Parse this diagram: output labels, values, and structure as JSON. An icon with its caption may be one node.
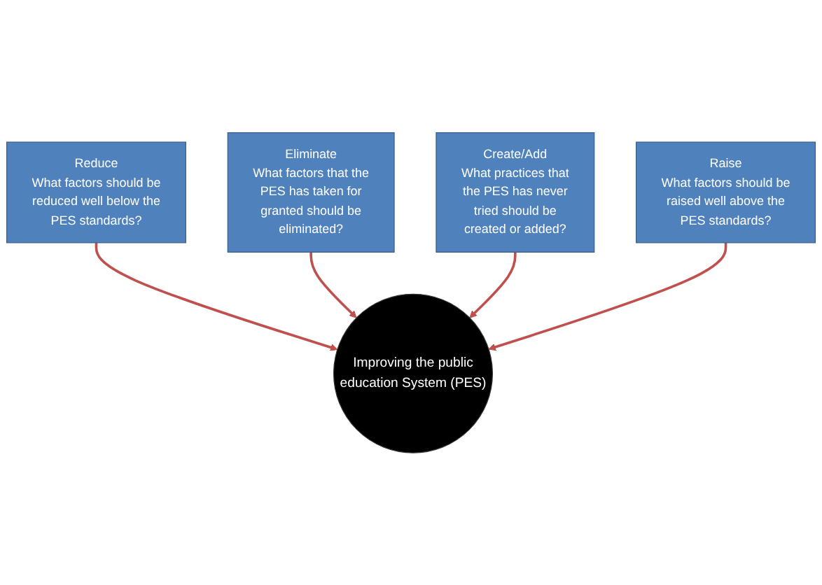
{
  "diagram": {
    "nodes": [
      {
        "text": [
          "Reduce",
          "What factors should be reduced well below the PES standards?"
        ]
      },
      {
        "text": [
          "Eliminate",
          "What factors that the PES has taken for granted should be eliminated?"
        ]
      },
      {
        "text": [
          "Improving the public education System (PES)"
        ]
      },
      {
        "text": [
          "Create/Add",
          "What practices that the PES has never tried should be created or added?"
        ]
      },
      {
        "text": [
          "Raise",
          "What factors should be raised well above the PES standards?"
        ]
      }
    ],
    "edges": [
      {
        "from": 0,
        "to": 2,
        "arrow": "to"
      },
      {
        "from": 1,
        "to": 2,
        "arrow": "to"
      },
      {
        "from": 3,
        "to": 2,
        "arrow": "to"
      },
      {
        "from": 4,
        "to": 2,
        "arrow": "to"
      }
    ]
  }
}
